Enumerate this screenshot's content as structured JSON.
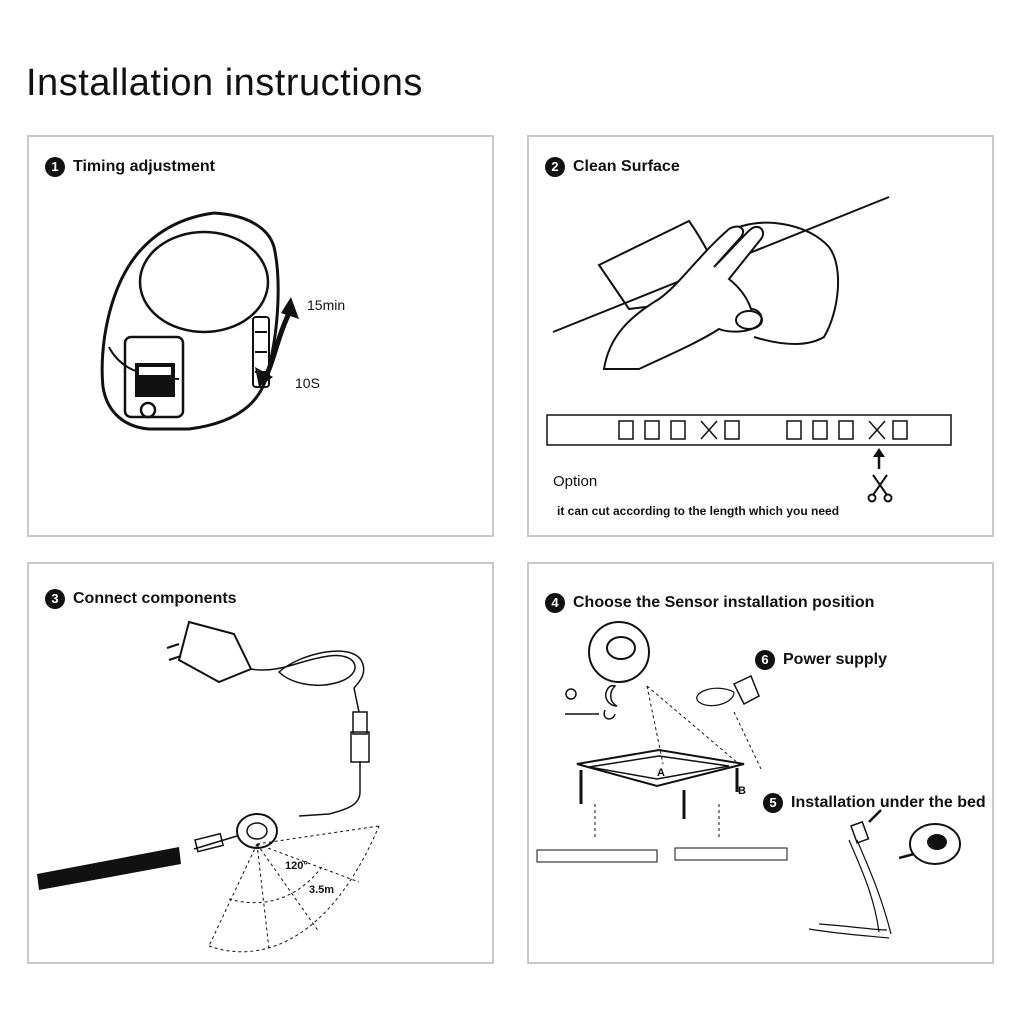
{
  "title": "Installation instructions",
  "steps": {
    "s1": {
      "num": "1",
      "label": "Timing adjustment",
      "time_max": "15min",
      "time_min": "10S"
    },
    "s2": {
      "num": "2",
      "label": "Clean Surface",
      "option_title": "Option",
      "option_text": "it can cut according to the length which you need"
    },
    "s3": {
      "num": "3",
      "label": "Connect components",
      "angle": "120°",
      "distance": "3.5m"
    },
    "s4": {
      "num": "4",
      "label": "Choose the Sensor installation position",
      "point_a": "A",
      "point_b": "B"
    },
    "s5": {
      "num": "5",
      "label": "Installation under the bed"
    },
    "s6": {
      "num": "6",
      "label": "Power supply"
    }
  },
  "icons": [
    "sensor-device-icon",
    "arrow-icon",
    "scissors-icon",
    "sun-icon",
    "moon-icon",
    "adapter-icon"
  ]
}
